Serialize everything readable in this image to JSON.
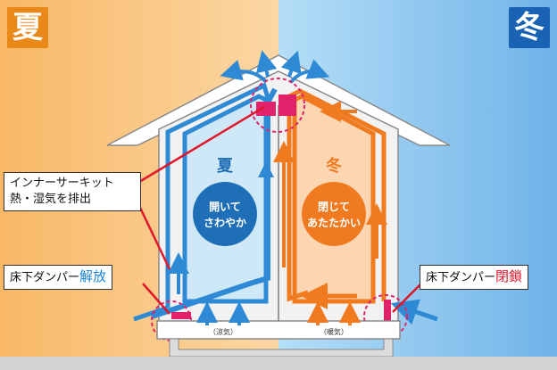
{
  "badges": {
    "summer": "夏",
    "winter": "冬"
  },
  "house": {
    "summer_label": "夏",
    "winter_label": "冬",
    "summer_circle": {
      "line1": "開いて",
      "line2": "さわやか"
    },
    "winter_circle": {
      "line1": "閉じて",
      "line2": "あたたかい"
    },
    "summer_floor_label": "（涼気）",
    "winter_floor_label": "（暖気）"
  },
  "callouts": {
    "inner_circuit": {
      "line1": "インナーサーキット",
      "line2": "熱・湿気を排出"
    },
    "damper_open": {
      "prefix": "床下ダンパー",
      "highlight": "解放"
    },
    "damper_close": {
      "prefix": "床下ダンパー",
      "highlight": "閉鎖"
    }
  },
  "colors": {
    "summer_bg": "#f9c27a",
    "winter_bg": "#8cc8ef",
    "summer_arrow": "#2f8ad6",
    "winter_arrow": "#f07a1f",
    "damper": "#e0226b",
    "callout_highlight_open": "#1a84d8",
    "callout_highlight_close": "#e0162b"
  }
}
